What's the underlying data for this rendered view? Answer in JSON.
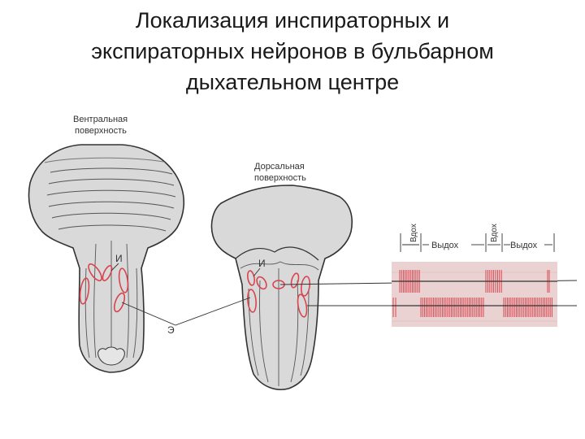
{
  "title": {
    "line1": "Локализация инспираторных и",
    "line2": "экспираторных нейронов в бульбарном",
    "line3": "дыхательном центре"
  },
  "figure": {
    "ventral_label_line1": "Вентральная",
    "ventral_label_line2": "поверхность",
    "dorsal_label_line1": "Дорсальная",
    "dorsal_label_line2": "поверхность",
    "inspiratory_mark_ventral": "И",
    "inspiratory_mark_dorsal": "И",
    "expiratory_mark": "Э",
    "phase_inhale_1": "Вдох",
    "phase_exhale_1": "Выдох",
    "phase_inhale_2": "Вдох",
    "phase_exhale_2": "Выдох"
  },
  "colors": {
    "neuron_red": "#d8454f",
    "outline": "#333333",
    "tissue": "#d9d9d9",
    "recording_bg": "#ead2d2"
  }
}
